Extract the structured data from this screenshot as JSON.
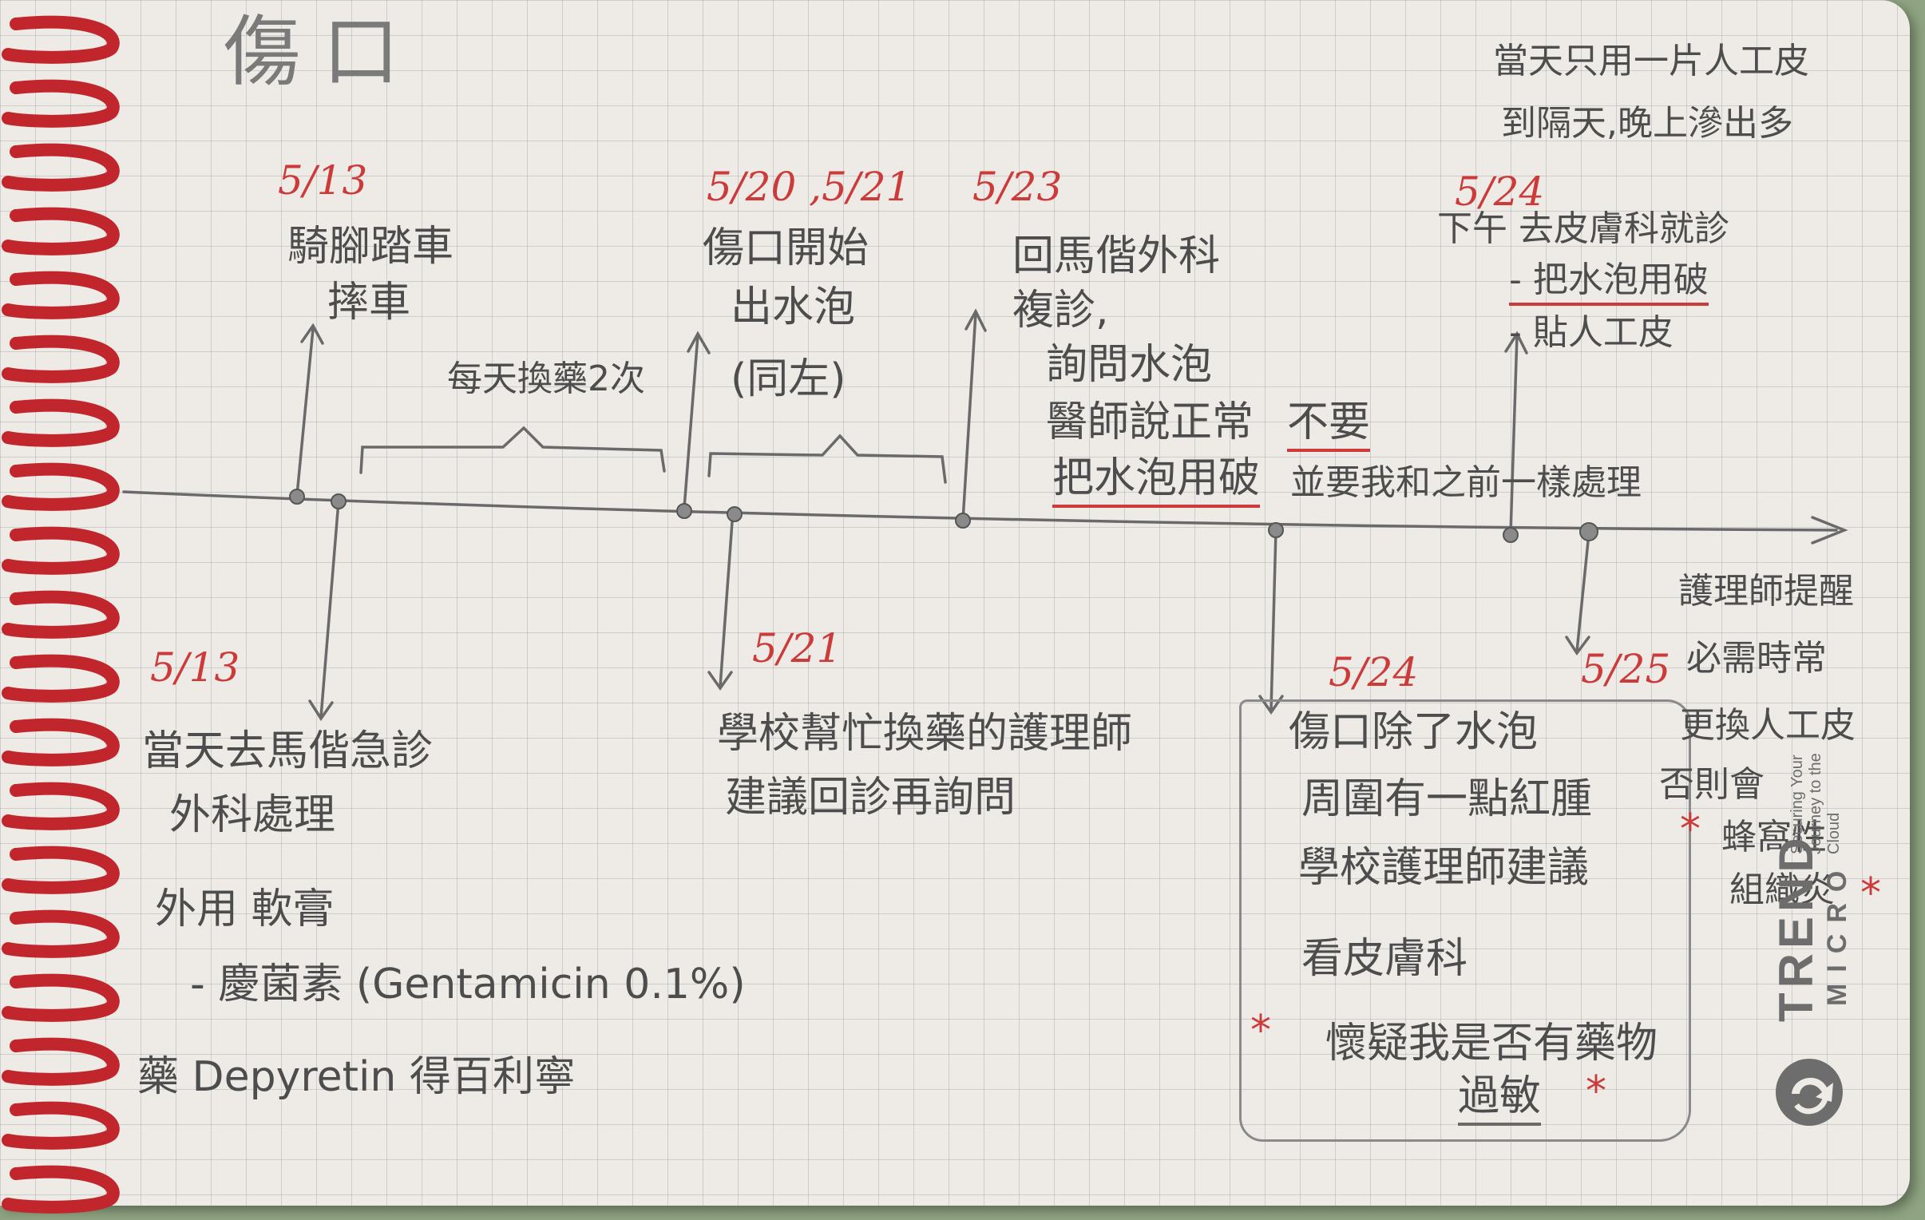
{
  "title": "傷口",
  "top_right_note": [
    "當天只用一片人工皮",
    "到隔天,晚上滲出多"
  ],
  "events_above": {
    "d513": {
      "date": "5/13",
      "lines": [
        "騎腳踏車",
        "摔車"
      ]
    },
    "bracket_1": "每天換藥2次",
    "d520": {
      "date": "5/20 ,5/21",
      "lines": [
        "傷口開始",
        "出水泡",
        "(同左)"
      ]
    },
    "d523": {
      "date": "5/23",
      "lines": [
        "回馬偕外科",
        "複診,",
        "詢問水泡",
        "醫師說正常",
        "不要",
        "把水泡用破",
        "並要我和之前一樣處理"
      ]
    },
    "d524": {
      "date": "5/24",
      "lines": [
        "下午 去皮膚科就診",
        "- 把水泡用破",
        "- 貼人工皮"
      ]
    }
  },
  "events_below": {
    "d513": {
      "date": "5/13",
      "lines": [
        "當天去馬偕急診",
        "外科處理",
        "外用 軟膏",
        "- 慶菌素 (Gentamicin 0.1%)",
        "藥 Depyretin 得百利寧"
      ]
    },
    "d521": {
      "date": "5/21",
      "lines": [
        "學校幫忙換藥的護理師",
        "建議回診再詢問"
      ]
    },
    "d524": {
      "date": "5/24",
      "lines": [
        "傷口除了水泡",
        "周圍有一點紅腫",
        "學校護理師建議",
        "看皮膚科",
        "懷疑我是否有藥物",
        "過敏"
      ]
    },
    "d525": {
      "date": "5/25"
    }
  },
  "right_note": [
    "護理師提醒",
    "必需時常",
    "更換人工皮",
    "否則會",
    "蜂窩性",
    "組織炎"
  ],
  "stars": "*",
  "brand": {
    "name": "TREND",
    "sub": "MICRO",
    "tagline": "Securing Your Journey to the Cloud"
  },
  "colors": {
    "ink": "#4d4d4d",
    "red_ink": "#cc3a3a",
    "paper": "#eeebe6",
    "ring": "#c0262c"
  }
}
